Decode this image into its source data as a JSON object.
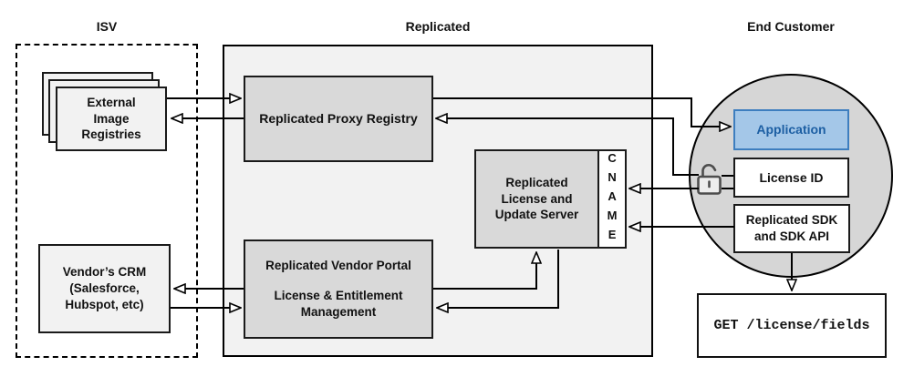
{
  "sections": {
    "isv": {
      "label": "ISV"
    },
    "replicated": {
      "label": "Replicated"
    },
    "end_customer": {
      "label": "End Customer"
    }
  },
  "nodes": {
    "external_image_registries": {
      "label": "External\nImage\nRegistries"
    },
    "vendor_crm": {
      "label": "Vendor’s CRM\n(Salesforce,\nHubspot, etc)"
    },
    "proxy_registry": {
      "label": "Replicated Proxy Registry"
    },
    "license_update_server": {
      "label": "Replicated\nLicense and\nUpdate Server"
    },
    "cname": {
      "label": "CNAME"
    },
    "vendor_portal": {
      "title": "Replicated Vendor Portal",
      "subtitle": "License & Entitlement\nManagement"
    },
    "application": {
      "label": "Application"
    },
    "license_id": {
      "label": "License ID"
    },
    "replicated_sdk": {
      "label": "Replicated SDK\nand SDK API"
    },
    "api_request": {
      "label": "GET /license/fields"
    }
  },
  "icons": {
    "lock": "open-padlock-icon"
  },
  "colors": {
    "section_background": "#f2f2f2",
    "node_gray": "#d9d9d9",
    "circle_gray": "#d6d6d6",
    "application_fill": "#a4c7e8",
    "application_border": "#3d7ebf",
    "application_text": "#1d5fa3",
    "line": "#000000"
  }
}
